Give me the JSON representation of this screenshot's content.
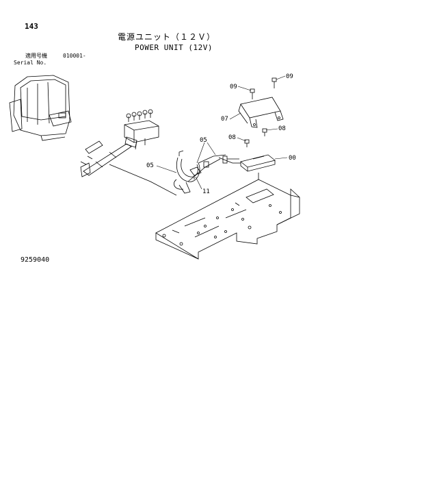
{
  "page": {
    "page_number": "143",
    "title_jp": "電源ユニット（１２Ｖ）",
    "title_en": "POWER UNIT (12V)",
    "serial_label_jp": "適用号機",
    "serial_value": "010001-",
    "serial_label_en": "Serial No.",
    "drawing_number": "9259040"
  },
  "callouts": {
    "c09a": "09",
    "c09b": "09",
    "c07": "07",
    "c08a": "08",
    "c08b": "08",
    "c00": "00",
    "c05a": "05",
    "c05b": "05",
    "c11": "11"
  }
}
